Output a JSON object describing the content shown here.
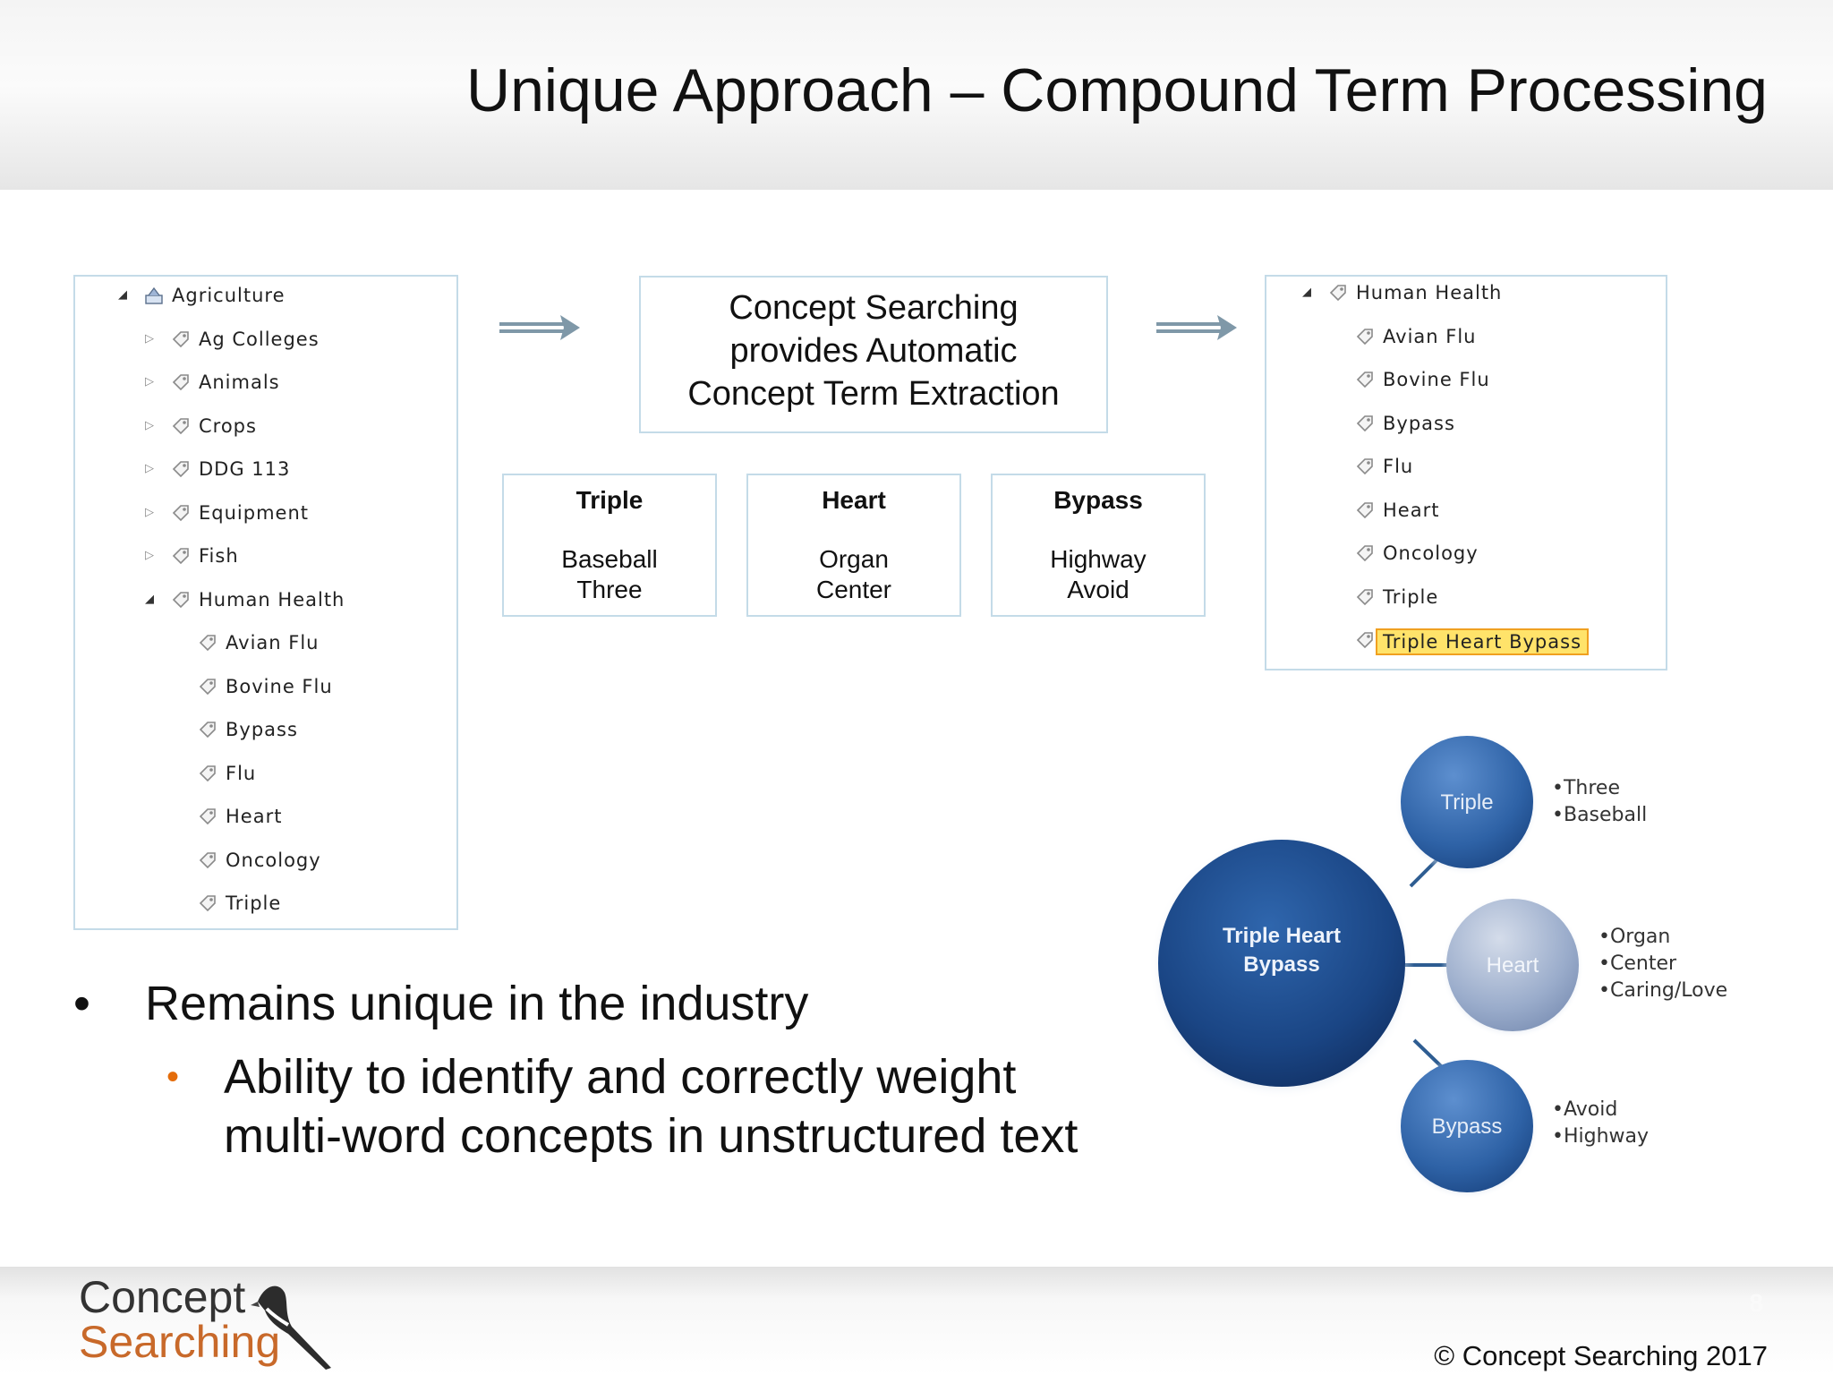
{
  "title": "Unique Approach – Compound Term Processing",
  "left_tree": {
    "items": [
      {
        "label": "Agriculture",
        "level": 0,
        "expanded": true,
        "icon": "agriculture-icon"
      },
      {
        "label": "Ag Colleges",
        "level": 1,
        "expanded": false,
        "icon": "tag-icon"
      },
      {
        "label": "Animals",
        "level": 1,
        "expanded": false,
        "icon": "tag-icon"
      },
      {
        "label": "Crops",
        "level": 1,
        "expanded": false,
        "icon": "tag-icon"
      },
      {
        "label": "DDG 113",
        "level": 1,
        "expanded": false,
        "icon": "tag-icon"
      },
      {
        "label": "Equipment",
        "level": 1,
        "expanded": false,
        "icon": "tag-icon"
      },
      {
        "label": "Fish",
        "level": 1,
        "expanded": false,
        "icon": "tag-icon"
      },
      {
        "label": "Human Health",
        "level": 1,
        "expanded": true,
        "icon": "tag-icon"
      },
      {
        "label": "Avian Flu",
        "level": 2,
        "icon": "tag-icon"
      },
      {
        "label": "Bovine Flu",
        "level": 2,
        "icon": "tag-icon"
      },
      {
        "label": "Bypass",
        "level": 2,
        "icon": "tag-icon"
      },
      {
        "label": "Flu",
        "level": 2,
        "icon": "tag-icon"
      },
      {
        "label": "Heart",
        "level": 2,
        "icon": "tag-icon"
      },
      {
        "label": "Oncology",
        "level": 2,
        "icon": "tag-icon"
      },
      {
        "label": "Triple",
        "level": 2,
        "icon": "tag-icon"
      }
    ]
  },
  "concept_box": {
    "line1": "Concept Searching",
    "line2": "provides Automatic",
    "line3": "Concept Term Extraction"
  },
  "word_boxes": [
    {
      "term": "Triple",
      "w1": "Baseball",
      "w2": "Three"
    },
    {
      "term": "Heart",
      "w1": "Organ",
      "w2": "Center"
    },
    {
      "term": "Bypass",
      "w1": "Highway",
      "w2": "Avoid"
    }
  ],
  "right_tree": {
    "items": [
      {
        "label": "Human Health",
        "level": 0,
        "expanded": true
      },
      {
        "label": "Avian Flu",
        "level": 1
      },
      {
        "label": "Bovine Flu",
        "level": 1
      },
      {
        "label": "Bypass",
        "level": 1
      },
      {
        "label": "Flu",
        "level": 1
      },
      {
        "label": "Heart",
        "level": 1
      },
      {
        "label": "Oncology",
        "level": 1
      },
      {
        "label": "Triple",
        "level": 1
      },
      {
        "label": "Triple Heart Bypass",
        "level": 1,
        "highlighted": true
      }
    ]
  },
  "diagram": {
    "center": {
      "line1": "Triple Heart",
      "line2": "Bypass"
    },
    "nodes": [
      {
        "label": "Triple",
        "items": [
          "•Three",
          "•Baseball"
        ]
      },
      {
        "label": "Heart",
        "items": [
          "•Organ",
          "•Center",
          "•Caring/Love"
        ]
      },
      {
        "label": "Bypass",
        "items": [
          "•Avoid",
          "•Highway"
        ]
      }
    ]
  },
  "bullets": {
    "main": "Remains unique in the industry",
    "sub_line1": "Ability to identify and correctly weight",
    "sub_line2": "multi-word concepts in unstructured text",
    "main_dot": "•",
    "sub_dot": "•"
  },
  "footer": {
    "logo_word1": "Concept",
    "logo_word2": "Searching",
    "copyright": "© Concept Searching 2017",
    "page_number": "8"
  },
  "colors": {
    "panel_border": "#c4dbe8",
    "arrow": "#7f98a8",
    "highlight_fill": "#ffe36a",
    "highlight_border": "#f0a020",
    "node_dark": "#1f4e8c",
    "node_mid": "#3b6fb0",
    "node_light": "#9fb1cf",
    "sub_bullet": "#e46c0a",
    "logo_orange": "#c8692a"
  }
}
